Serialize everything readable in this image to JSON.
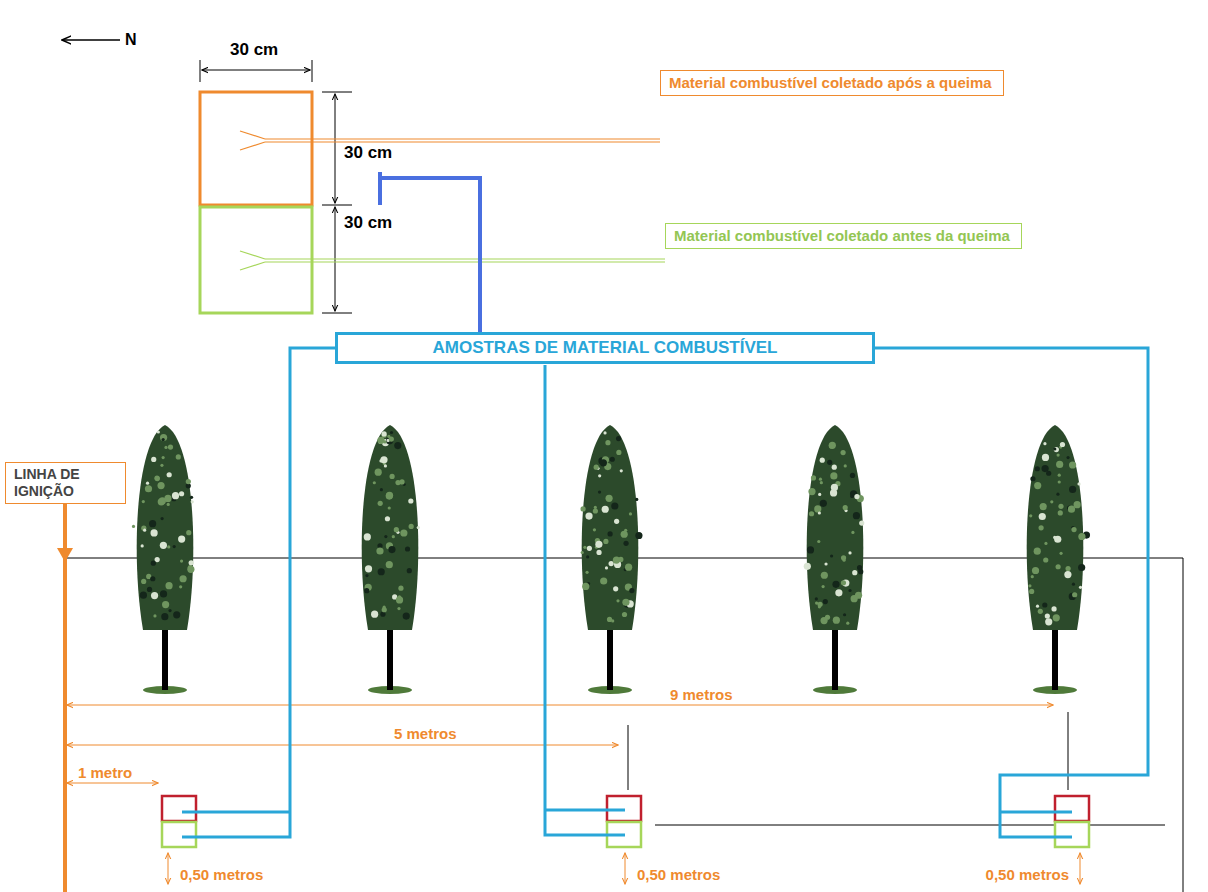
{
  "diagram": {
    "nodes": [
      {
        "text": [
          "Material combustível coletado após a queima"
        ]
      },
      {
        "text": [
          "Material combustível coletado antes da queima"
        ]
      },
      {
        "text": [
          "AMOSTRAS DE MATERIAL COMBUSTÍVEL"
        ]
      },
      {
        "text": [
          "LINHA DE IGNIÇÃO"
        ]
      }
    ],
    "labels": [
      "N",
      "30 cm",
      "30 cm",
      "30 cm",
      "9 metros",
      "5 metros",
      "1 metro",
      "0,50 metros",
      "0,50 metros",
      "0,50 metros"
    ]
  }
}
